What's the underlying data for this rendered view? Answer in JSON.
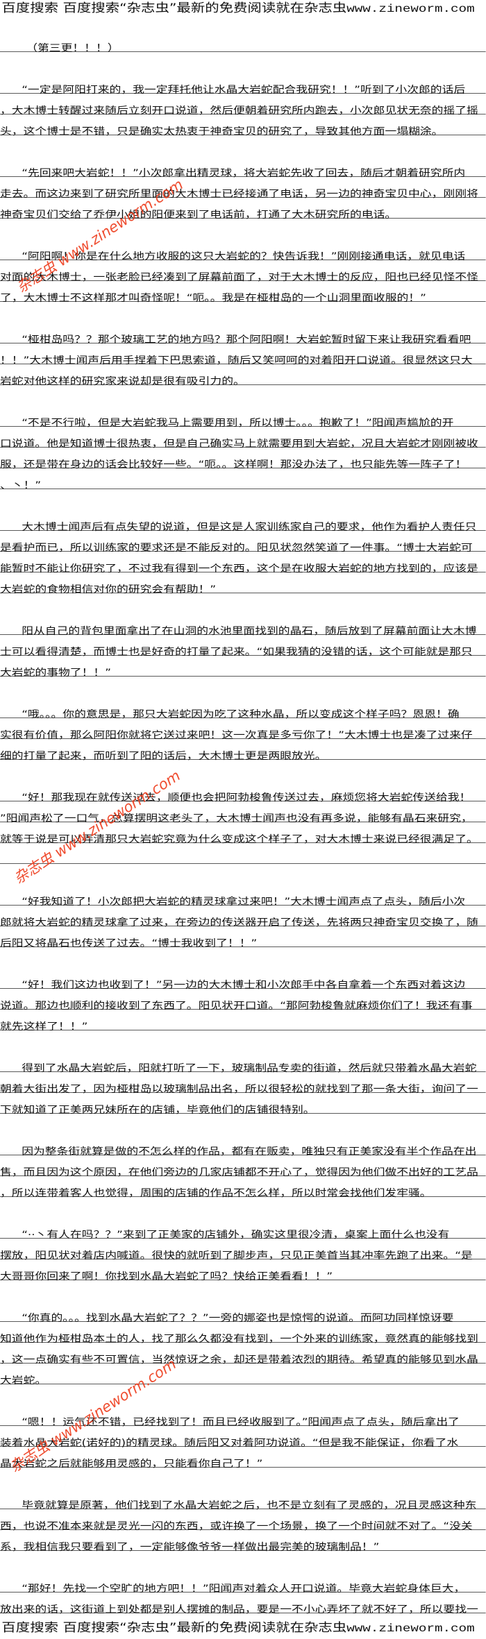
{
  "header": {
    "text": "百度搜索 百度搜索“杂志虫”最新的免费阅读就在杂志虫",
    "url": "www.zineworm.com"
  },
  "footer": {
    "text": "百度搜索 百度搜索“杂志虫”最新的免费阅读就在杂志虫",
    "url": "www.zineworm.com"
  },
  "watermark": "杂志虫 www.zineworm.com",
  "chapter": "（第三更！！！）",
  "paragraphs": [
    [
      "“一定是阿阳打来的，我一定拜托他让水晶大岩蛇配合我研究！！”听到了小次郎的话后",
      "，大木博士转醒过来随后立刻开口说道，然后便朝着研究所内跑去，小次郎见状无奈的摇了摇",
      "头，这个博士是不错，只是确实太热衷于神奇宝贝的研究了，导致其他方面一塌糊涂。"
    ],
    [
      "“先回来吧大岩蛇！！”小次郎拿出精灵球，将大岩蛇先收了回去，随后才朝着研究所内",
      "走去。而这边来到了研究所里面的大木博士已经接通了电话，另一边的神奇宝贝中心，刚刚将",
      "神奇宝贝们交给了乔伊小姐的阳便来到了电话前，打通了大木研究所的电话。"
    ],
    [
      "“阿阳啊！你是在什么地方收服的这只大岩蛇的？快告诉我！”刚刚接通电话，就见电话",
      "对面的大木博士，一张老脸已经凑到了屏幕前面了，对于大木博士的反应，阳也已经见怪不怪",
      "了，大木博士不这样那才叫奇怪呢！“呃。。我是在桠柑岛的一个山洞里面收服的！”"
    ],
    [
      "“桠柑岛吗？？那个玻璃工艺的地方吗？那个阿阳啊！大岩蛇暂时留下来让我研究看看吧",
      "！！”大木博士闻声后用手捏着下巴思索道，随后又笑呵呵的对着阳开口说道。很显然这只大",
      "岩蛇对他这样的研究家来说却是很有吸引力的。"
    ],
    [
      "“不是不行啦，但是大岩蛇我马上需要用到，所以博士。。。抱歉了！”阳闻声尴尬的开",
      "口说道。他是知道博士很热衷，但是自己确实马上就需要用到大岩蛇，况且大岩蛇才刚刚被收",
      "服，还是带在身边的话会比较好一些。“呃。。这样啊！那没办法了，也只能先等一阵子了！",
      "、丶！”"
    ],
    [
      "大木博士闻声后有点失望的说道，但是这是人家训练家自己的要求，他作为看护人责任只",
      "是看护而已，所以训练家的要求还是不能反对的。阳见状忽然笑道了一件事。“博士大岩蛇可",
      "能暂时不能让你研究了，不过我有得到一个东西，这个是在收服大岩蛇的地方找到的，应该是",
      "大岩蛇的食物相信对你的研究会有帮助！”"
    ],
    [
      "阳从自己的背包里面拿出了在山洞的水池里面找到的晶石，随后放到了屏幕前面让大木博",
      "士可以看得清楚，而博士也是好奇的打量了起来。“如果我猜的没错的话，这个可能就是那只",
      "大岩蛇的事物了！！”"
    ],
    [
      "“哦。。。你的意思是，那只大岩蛇因为吃了这种水晶，所以变成这个样子吗？恩恩！确",
      "实很有价值，那么阿阳你就将它送过来吧！这一次真是多亏你了！”大木博士也是凑了过来仔",
      "细的打量了起来，而听到了阳的话后，大木博士更是两眼放光。"
    ],
    [
      "“好！那我现在就传送过去，顺便也会把阿勃梭鲁传送过去，麻烦您将大岩蛇传送给我！",
      "”阳闻声松了一口气，总算摆明这老头了，大木博士闻声也没有再多说，能够有晶石来研究，",
      "就等于说是可以弄清那只大岩蛇究竟为什么变成这个样子了，对大木博士来说已经很满足了。",
      ""
    ],
    [
      "“好我知道了！小次郎把大岩蛇的精灵球拿过来吧！”大木博士闻声点了点头，随后小次",
      "郎就将大岩蛇的精灵球拿了过来，在旁边的传送器开启了传送，先将两只神奇宝贝交换了，随",
      "后阳又将晶石也传送了过去。“博士我收到了！！”"
    ],
    [
      "“好！我们这边也收到了！”另一边的大木博士和小次郎手中各自拿着一个东西对着这边",
      "说道。那边也顺利的接收到了东西了。阳见状开口道。“那阿勃梭鲁就麻烦你们了！我还有事",
      "就先这样了！！”"
    ],
    [
      "得到了水晶大岩蛇后，阳就打听了一下，玻璃制品专卖的街道，然后就只带着水晶大岩蛇",
      "朝着大街出发了，因为桠柑岛以玻璃制品出名，所以很轻松的就找到了那一条大街，询问了一",
      "下就知道了正美两兄妹所在的店铺，毕竟他们的店铺很特别。"
    ],
    [
      "因为整条街就算是做的不怎么样的作品，都有在贩卖，唯独只有正美家没有半个作品在出",
      "售，而且因为这个原因，在他们旁边的几家店铺都不开心了，觉得因为他们做不出好的工艺品",
      "，所以连带着客人也觉得，周围的店铺的作品不怎么样，所以时常会找他们发牢骚。"
    ],
    [
      "“··丶有人在吗？？”来到了正美家的店铺外，确实这里很冷清，桌案上面什么也没有",
      "摆放，阳见状对着店内喊道。很快的就听到了脚步声，只见正美首当其冲率先跑了出来。“是",
      "大哥哥你回来了啊！你找到水晶大岩蛇了吗？快给正美看看！！”"
    ],
    [
      "“你真的。。。找到水晶大岩蛇了？？”一旁的娜姿也是惊愕的说道。而阿功同样惊讶要",
      "知道他作为桠柑岛本土的人，找了那么久都没有找到，一个外来的训练家，竟然真的能够找到",
      "，这一点确实有些不可置信，当然惊讶之余，却还是带着浓烈的期待。希望真的能够见到水晶",
      "大岩蛇。"
    ],
    [
      "“嗯！！运气还不错，已经找到了！而且已经收服到了。”阳闻声点了点头，随后拿出了",
      "装着水晶大岩蛇(诺好的)的精灵球。随后阳又对着阿功说道。“但是我不能保证，你看了水",
      "晶大岩蛇之后就能够用灵感的，只能看你自己了！”"
    ],
    [
      "毕竟就算是原著，他们找到了水晶大岩蛇之后，也不是立刻有了灵感的，况且灵感这种东",
      "西，也说不准本来就是灵光一闪的东西，或许换了一个场景，换了一个时间就不对了。“没关",
      "系，我相信我只要看到了，一定能够像爷爷一样做出最完美的玻璃制品！”"
    ],
    [
      "“那好！先找一个空旷的地方吧！！”阳闻声对着众人开口说道。毕竟大岩蛇身体巨大，",
      "放出来的话，这街道上到处都是别人摆摊的制品，要是一不小心弄坏了就不好了，所以要找一"
    ]
  ]
}
